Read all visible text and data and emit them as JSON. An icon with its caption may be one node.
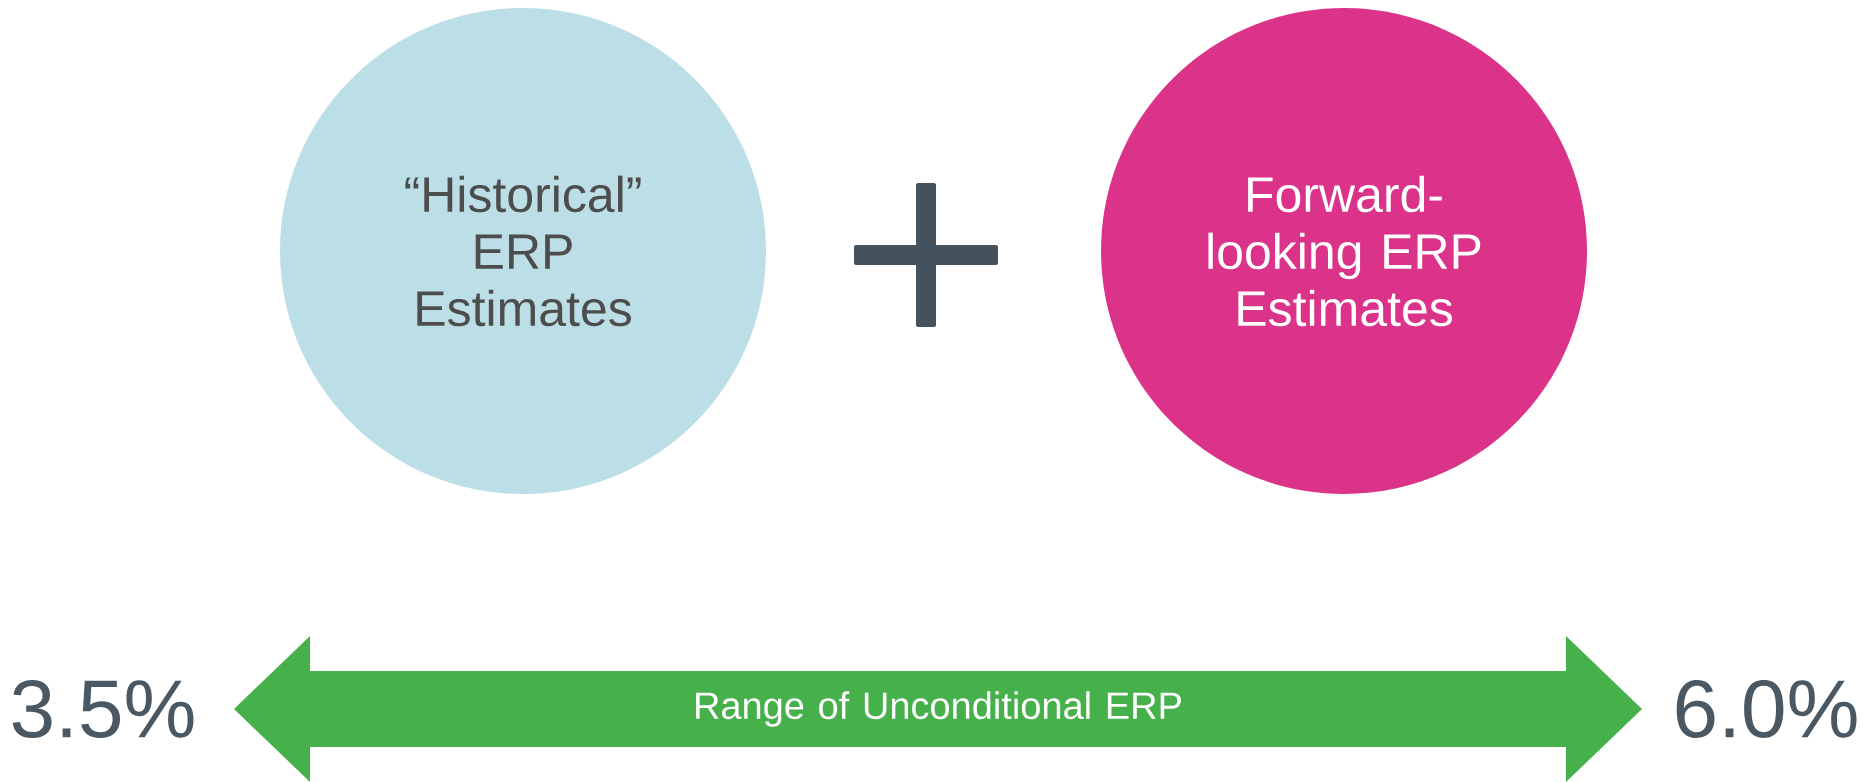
{
  "diagram": {
    "nodes": [
      {
        "text": [
          "“Historical” ERP Estimates"
        ]
      },
      {
        "text": [
          "Forward-looking ERP Estimates"
        ]
      },
      {
        "text": [
          "Range of Unconditional ERP"
        ]
      }
    ],
    "labels": [
      "3.5%",
      "6.0%"
    ]
  }
}
